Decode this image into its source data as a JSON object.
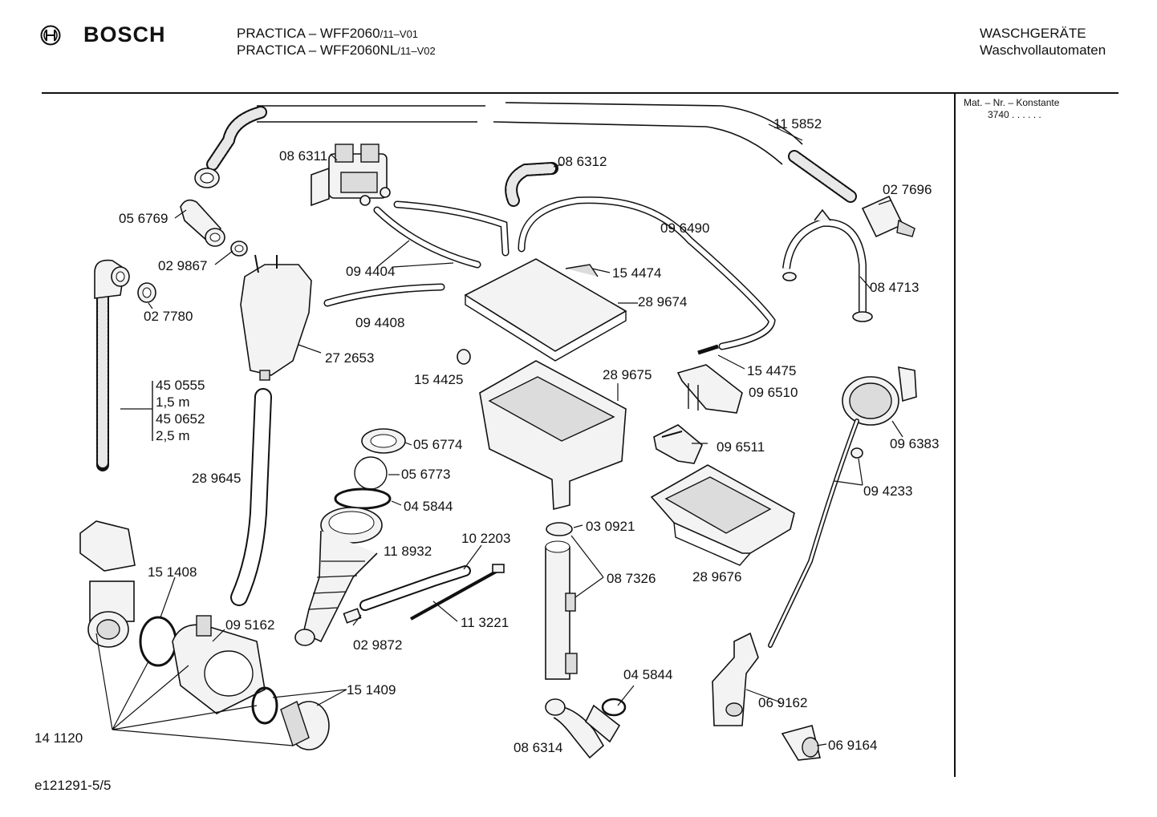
{
  "header": {
    "brand": "BOSCH",
    "model_line1_main": "PRACTICA – WFF2060",
    "model_line1_suffix": "/11–V01",
    "model_line2_main": "PRACTICA – WFF2060NL",
    "model_line2_suffix": "/11–V02",
    "category": "WASCHGERÄTE",
    "subcategory": "Waschvollautomaten"
  },
  "sidebar": {
    "title": "Mat. – Nr. – Konstante",
    "value": "3740  .  .    .  .  .  ."
  },
  "footer": {
    "code": "e121291-5/5"
  },
  "labels": {
    "l115852": "11 5852",
    "l086311": "08 6311",
    "l086312": "08 6312",
    "l027696": "02 7696",
    "l056769": "05 6769",
    "l096490": "09 6490",
    "l029867": "02 9867",
    "l094404": "09 4404",
    "l154474": "15 4474",
    "l084713": "08 4713",
    "l027780": "02 7780",
    "l289674": "28 9674",
    "l094408": "09 4408",
    "l272653": "27 2653",
    "l154475": "15 4475",
    "l154425": "15 4425",
    "l289675": "28 9675",
    "l096510": "09 6510",
    "l096383": "09 6383",
    "hose_code1": "45 0555",
    "hose_len1": "1,5 m",
    "hose_code2": "45 0652",
    "hose_len2": "2,5 m",
    "l056774": "05 6774",
    "l096511": "09 6511",
    "l056773": "05 6773",
    "l094233": "09 4233",
    "l289645": "28 9645",
    "l045844a": "04 5844",
    "l030921": "03 0921",
    "l102203": "10 2203",
    "l118932": "11 8932",
    "l151408": "15 1408",
    "l087326": "08 7326",
    "l289676": "28 9676",
    "l095162": "09 5162",
    "l113221": "11 3221",
    "l029872": "02 9872",
    "l045844b": "04 5844",
    "l151409": "15 1409",
    "l069162": "06 9162",
    "l141120": "14 1120",
    "l086314": "08 6314",
    "l069164": "06 9164"
  },
  "colors": {
    "ink": "#111111",
    "part_fill": "#f3f3f3",
    "part_shade": "#dcdcdc"
  }
}
